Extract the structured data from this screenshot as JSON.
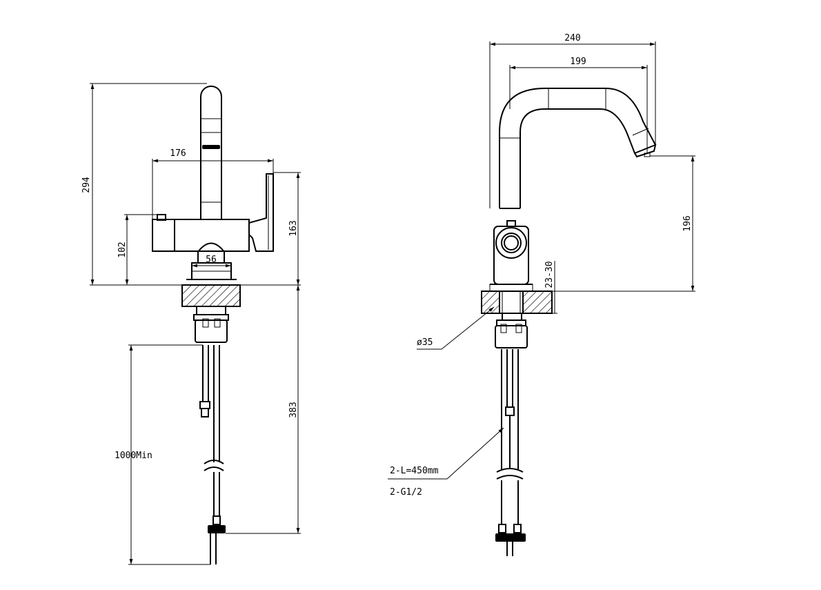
{
  "front_view": {
    "dims": {
      "total_height": "294",
      "width": "176",
      "body_height": "102",
      "base_width": "56",
      "lever_height": "163",
      "below_deck": "383",
      "hose_min": "1000Min"
    }
  },
  "side_view": {
    "dims": {
      "reach_outer": "240",
      "reach_inner": "199",
      "spout_height": "196",
      "deck_thickness": "23-30",
      "hole_diameter": "ø35",
      "hose_length": "2-L=450mm",
      "connection": "2-G1/2"
    }
  }
}
